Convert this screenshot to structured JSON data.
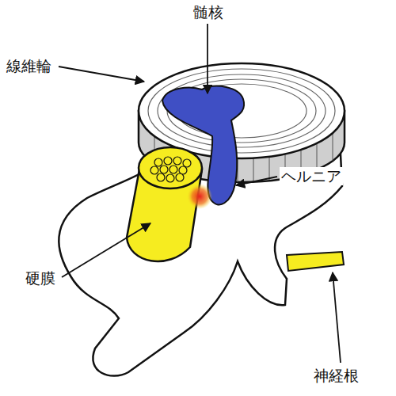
{
  "diagram": {
    "labels": [
      "髄核",
      "線維輪",
      "ヘルニア",
      "硬膜",
      "神経根"
    ]
  }
}
